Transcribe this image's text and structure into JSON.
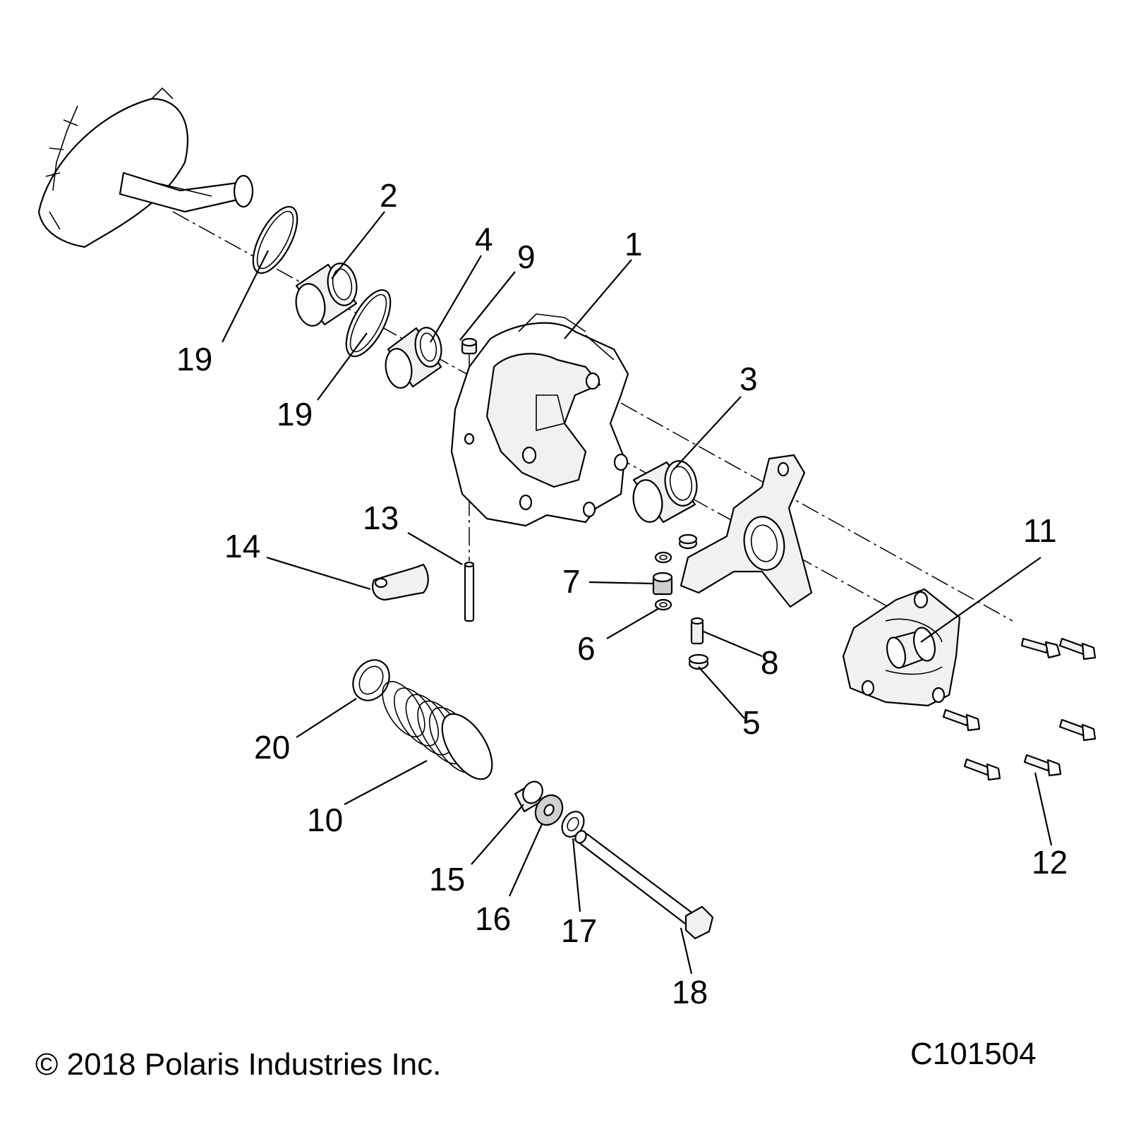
{
  "copyright": "© 2018 Polaris Industries Inc.",
  "figure_id": "C101504",
  "callouts": {
    "c1": "1",
    "c2": "2",
    "c3": "3",
    "c4": "4",
    "c5": "5",
    "c6": "6",
    "c7": "7",
    "c8": "8",
    "c9": "9",
    "c10": "10",
    "c11": "11",
    "c12": "12",
    "c13": "13",
    "c14": "14",
    "c15": "15",
    "c16": "16",
    "c17": "17",
    "c18": "18",
    "c19a": "19",
    "c19b": "19",
    "c20": "20"
  }
}
